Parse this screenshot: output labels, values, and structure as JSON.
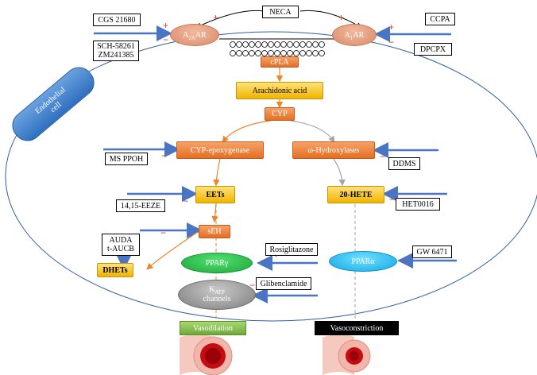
{
  "nodes": {
    "neca": "NECA",
    "cgs": "CGS 21680",
    "sch_zm": [
      "SCH-58261",
      "ZM241385"
    ],
    "a2a_main": "A",
    "a2a_sub": "2A",
    "a2a_tail": "AR",
    "a1_main": "A",
    "a1_sub": "1",
    "a1_tail": "AR",
    "ccpa": "CCPA",
    "dpcpx": "DPCPX",
    "cpla": "cPLA",
    "arachidonic": "Arachidonic acid",
    "cyp": "CYP",
    "cyp_epox": "CYP-epoxygenase",
    "omega_hydrox": "ω-Hydroxylases",
    "ms_ppoh": "MS PPOH",
    "ddms": "DDMS",
    "eets": "EETs",
    "hete": "20-HETE",
    "eeze": "14,15-EEZE",
    "het0016": "HET0016",
    "auda": [
      "AUDA",
      "t-AUCB"
    ],
    "seh": "sEH",
    "dhets": "DHETs",
    "ppar_g": "PPARγ",
    "rosiglitazone": "Rosiglitazone",
    "ppar_a": "PPARα",
    "gw6471": "GW 6471",
    "katp_main": "K",
    "katp_sub": "ATP",
    "katp_tail": "channels",
    "glibenclamide": "Glibenclamide",
    "vasodilation": "Vasodilation",
    "vasoconstriction": "Vasoconstriction",
    "endothelial": [
      "Endothelial",
      "cell"
    ]
  },
  "signs": {
    "plus": "+",
    "minus": "−"
  },
  "colors": {
    "arrow_blue": "#4a74c4",
    "arrow_orange": "#e9872f",
    "arrow_grey": "#a6a6a6",
    "sign_red": "#e23b2a",
    "cell_outline": "#2e5f9e"
  }
}
